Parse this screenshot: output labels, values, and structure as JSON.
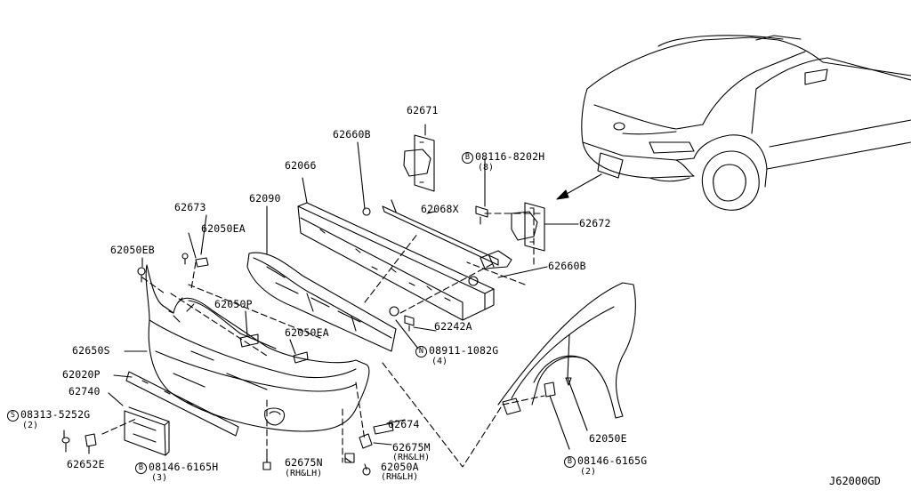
{
  "diagram_code": "J62000GD",
  "parts": [
    {
      "key": "p62671",
      "number": "62671"
    },
    {
      "key": "p62660B_top",
      "number": "62660B"
    },
    {
      "key": "p08116",
      "prefix": "B",
      "number": "08116-8202H",
      "qty": "(8)"
    },
    {
      "key": "p62066",
      "number": "62066"
    },
    {
      "key": "p62090",
      "number": "62090"
    },
    {
      "key": "p62068X",
      "number": "62068X"
    },
    {
      "key": "p62672",
      "number": "62672"
    },
    {
      "key": "p62673",
      "number": "62673"
    },
    {
      "key": "p62050EA_top",
      "number": "62050EA"
    },
    {
      "key": "p62050EB",
      "number": "62050EB"
    },
    {
      "key": "p62660B_right",
      "number": "62660B"
    },
    {
      "key": "p62050P",
      "number": "62050P"
    },
    {
      "key": "p62242A",
      "number": "62242A"
    },
    {
      "key": "p62050EA_mid",
      "number": "62050EA"
    },
    {
      "key": "p62650S",
      "number": "62650S"
    },
    {
      "key": "p08911",
      "prefix": "N",
      "number": "08911-1082G",
      "qty": "(4)"
    },
    {
      "key": "p62020P",
      "number": "62020P"
    },
    {
      "key": "p62740",
      "number": "62740"
    },
    {
      "key": "p08313",
      "prefix": "S",
      "number": "08313-5252G",
      "qty": "(2)"
    },
    {
      "key": "p62674",
      "number": "62674"
    },
    {
      "key": "p62675M",
      "number": "62675M",
      "qty": "(RH&LH)"
    },
    {
      "key": "p62050E",
      "number": "62050E"
    },
    {
      "key": "p62652E",
      "number": "62652E"
    },
    {
      "key": "p08146a",
      "prefix": "B",
      "number": "08146-6165H",
      "qty": "(3)"
    },
    {
      "key": "p62675N",
      "number": "62675N",
      "qty": "(RH&LH)"
    },
    {
      "key": "p62050A",
      "number": "62050A",
      "qty": "(RH&LH)"
    },
    {
      "key": "p08146b",
      "prefix": "B",
      "number": "08146-6165G",
      "qty": "(2)"
    }
  ]
}
